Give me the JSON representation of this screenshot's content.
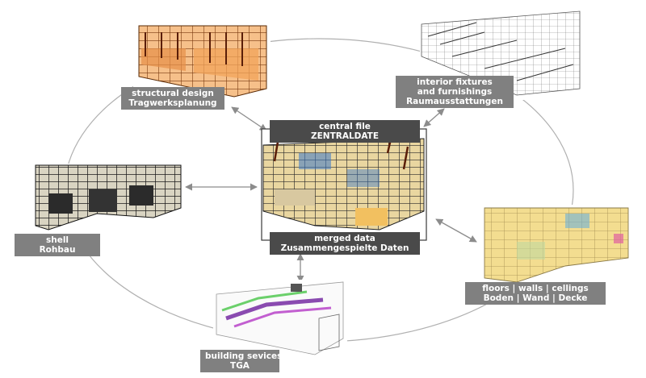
{
  "center": {
    "title_en": "central file",
    "title_de": "ZENTRALDATE",
    "bottom_en": "merged data",
    "bottom_de": "Zusammengespielte Daten"
  },
  "nodes": {
    "structural": {
      "en": "structural design",
      "de": "Tragwerksplanung"
    },
    "interior": {
      "en1": "interior fixtures",
      "en2": "and furnishings",
      "de": "Raumausstattungen"
    },
    "shell": {
      "en": "shell",
      "de": "Rohbau"
    },
    "floors": {
      "en": "floors | walls | cellings",
      "de": "Boden | Wand | Decke"
    },
    "services": {
      "en": "building sevices",
      "de": "TGA"
    }
  },
  "colors": {
    "label_bg": "#808080",
    "label_dark": "#4a4a4a",
    "cycle_line": "#b0b0b0",
    "arrow": "#8c8c8c",
    "structural_orange": "#f2a45a",
    "floors_yellow": "#f0d98a",
    "services_purple": "#8a4bb0"
  }
}
